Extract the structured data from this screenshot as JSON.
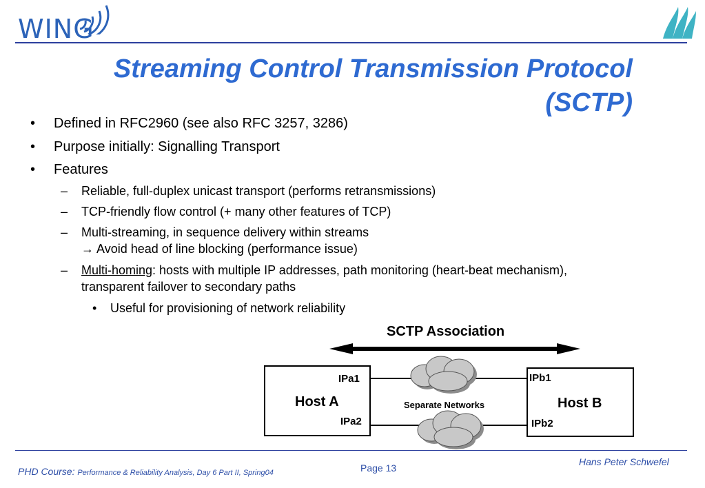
{
  "header": {
    "logo_text": "WING",
    "title": "Streaming Control Transmission Protocol (SCTP)"
  },
  "bullets": [
    "Defined in RFC2960 (see also RFC 3257, 3286)",
    "Purpose initially: Signalling Transport",
    "Features"
  ],
  "features": {
    "item1": "Reliable, full-duplex unicast transport (performs retransmissions)",
    "item2": "TCP-friendly flow control (+ many other features of TCP)",
    "item3_line1": "Multi-streaming, in sequence delivery within streams",
    "item3_line2": "Avoid head of line blocking (performance issue)",
    "item4_term": "Multi-homing",
    "item4_rest": ": hosts with multiple IP addresses, path monitoring (heart-beat mechanism),",
    "item4_line2": "transparent failover to secondary paths",
    "sub_bullet": "Useful for provisioning of network reliability"
  },
  "diagram": {
    "association_label": "SCTP Association",
    "host_a": "Host A",
    "host_b": "Host B",
    "ipa1": "IPa1",
    "ipa2": "IPa2",
    "ipb1": "IPb1",
    "ipb2": "IPb2",
    "networks_label": "Separate Networks"
  },
  "footer": {
    "course_label": "PHD Course:",
    "course_detail": "Performance & Reliability Analysis, Day 6 Part II, Spring04",
    "page": "Page 13",
    "author": "Hans Peter Schwefel"
  },
  "colors": {
    "title": "#2e6ad1",
    "rule": "#2c3f9e",
    "footer_text": "#2e4fa8",
    "cloud": "#c8c8c8"
  }
}
